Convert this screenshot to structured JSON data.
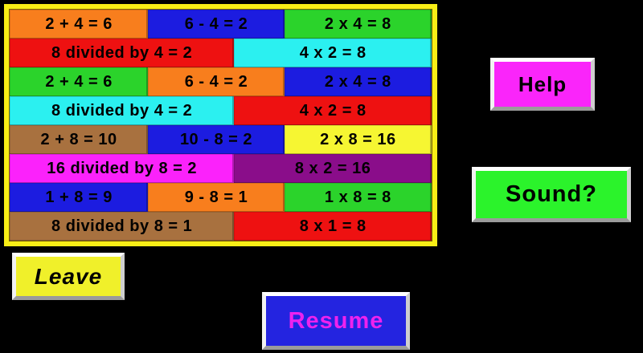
{
  "background": "#000000",
  "grid": {
    "border_color": "#F8EE16",
    "text_color": "#000000",
    "rows": [
      {
        "cells": [
          {
            "text": "2 + 4 = 6",
            "color": "#F87E1D",
            "width": 32.8
          },
          {
            "text": "6 - 4 = 2",
            "color": "#1C1CE0",
            "width": 32.3
          },
          {
            "text": "2 x 4 = 8",
            "color": "#2BD32B",
            "width": 34.9
          }
        ]
      },
      {
        "cells": [
          {
            "text": "8 divided by 4 = 2",
            "color": "#EE1111",
            "width": 53.2
          },
          {
            "text": "4 x 2 = 8",
            "color": "#2BF0F0",
            "width": 46.8
          }
        ]
      },
      {
        "cells": [
          {
            "text": "2 + 4 = 6",
            "color": "#2BD32B",
            "width": 32.8
          },
          {
            "text": "6 - 4 = 2",
            "color": "#F87E1D",
            "width": 32.3
          },
          {
            "text": "2 x 4 = 8",
            "color": "#1C1CE0",
            "width": 34.9
          }
        ]
      },
      {
        "cells": [
          {
            "text": "8 divided by 4 = 2",
            "color": "#2BF0F0",
            "width": 53.2
          },
          {
            "text": "4 x 2 = 8",
            "color": "#EE1111",
            "width": 46.8
          }
        ]
      },
      {
        "cells": [
          {
            "text": "2 + 8 = 10",
            "color": "#A8713F",
            "width": 32.8
          },
          {
            "text": "10 - 8 = 2",
            "color": "#1C1CE0",
            "width": 32.3
          },
          {
            "text": "2 x 8 = 16",
            "color": "#F6F632",
            "width": 34.9
          }
        ]
      },
      {
        "cells": [
          {
            "text": "16 divided by 8 = 2",
            "color": "#FB22FB",
            "width": 53.2
          },
          {
            "text": "8 x 2 = 16",
            "color": "#8A0D8A",
            "width": 46.8
          }
        ]
      },
      {
        "cells": [
          {
            "text": "1 + 8 = 9",
            "color": "#1C1CE0",
            "width": 32.8
          },
          {
            "text": "9 - 8 = 1",
            "color": "#F87E1D",
            "width": 32.3
          },
          {
            "text": "1 x 8 = 8",
            "color": "#2BD32B",
            "width": 34.9
          }
        ]
      },
      {
        "cells": [
          {
            "text": "8 divided by 8 = 1",
            "color": "#A8713F",
            "width": 53.2
          },
          {
            "text": "8 x 1 = 8",
            "color": "#EE1111",
            "width": 46.8
          }
        ]
      }
    ]
  },
  "buttons": {
    "help": {
      "label": "Help",
      "bg": "#FA25FA",
      "text_color": "#000000"
    },
    "sound": {
      "label": "Sound?",
      "bg": "#2BF32B",
      "text_color": "#000000"
    },
    "leave": {
      "label": "Leave",
      "bg": "#F0F02A",
      "text_color": "#000000"
    },
    "resume": {
      "label": "Resume",
      "bg": "#2424E0",
      "text_color": "#EE22EE"
    }
  }
}
